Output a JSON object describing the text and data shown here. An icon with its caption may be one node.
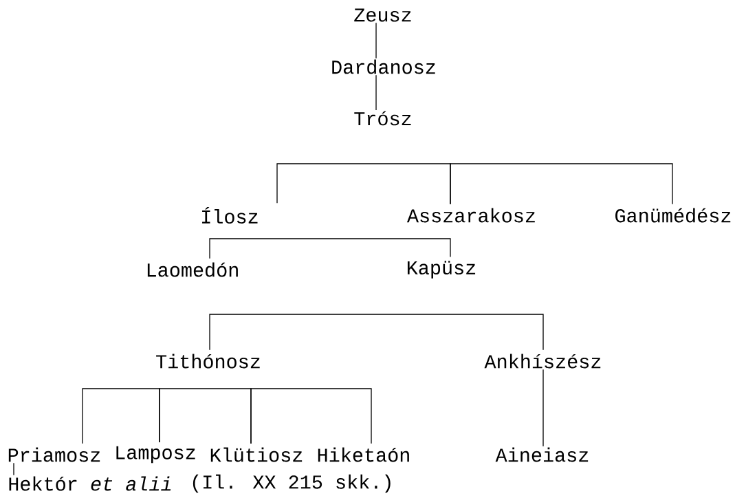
{
  "diagram": {
    "nodes": [
      {
        "text": [
          "Zeusz"
        ]
      },
      {
        "text": [
          "Dardanosz"
        ]
      },
      {
        "text": [
          "Trósz"
        ]
      },
      {
        "text": [
          "Ílosz"
        ]
      },
      {
        "text": [
          "Asszarakosz"
        ]
      },
      {
        "text": [
          "Ganümédész"
        ]
      },
      {
        "text": [
          "Laomedón"
        ]
      },
      {
        "text": [
          "Kapüsz"
        ]
      },
      {
        "text": [
          "Tithónosz"
        ]
      },
      {
        "text": [
          "Ankhíszész"
        ]
      },
      {
        "text": [
          "Priamosz"
        ]
      },
      {
        "text": [
          "Lamposz"
        ]
      },
      {
        "text": [
          "Klütiosz"
        ]
      },
      {
        "text": [
          "Hiketaón"
        ]
      },
      {
        "text": [
          "Aineiasz"
        ]
      },
      {
        "text": [
          "Hektór *et alii*"
        ],
        "beside": [
          "(Il. XX 215 skk.)"
        ]
      }
    ],
    "edges": [
      {
        "from": 0,
        "to": 1,
        "arrow": "none"
      },
      {
        "from": 1,
        "to": 2,
        "arrow": "none"
      },
      {
        "from": 3,
        "to": 4,
        "arrow": "none"
      },
      {
        "from": 4,
        "to": 5,
        "arrow": "none"
      },
      {
        "from": 6,
        "to": 7,
        "arrow": "none"
      },
      {
        "from": 8,
        "to": 9,
        "arrow": "none"
      },
      {
        "from": 10,
        "to": 11,
        "arrow": "none"
      },
      {
        "from": 11,
        "to": 12,
        "arrow": "none"
      },
      {
        "from": 12,
        "to": 13,
        "arrow": "none"
      },
      {
        "from": 9,
        "to": 14,
        "arrow": "none"
      },
      {
        "from": 10,
        "to": 15,
        "arrow": "none"
      }
    ]
  }
}
